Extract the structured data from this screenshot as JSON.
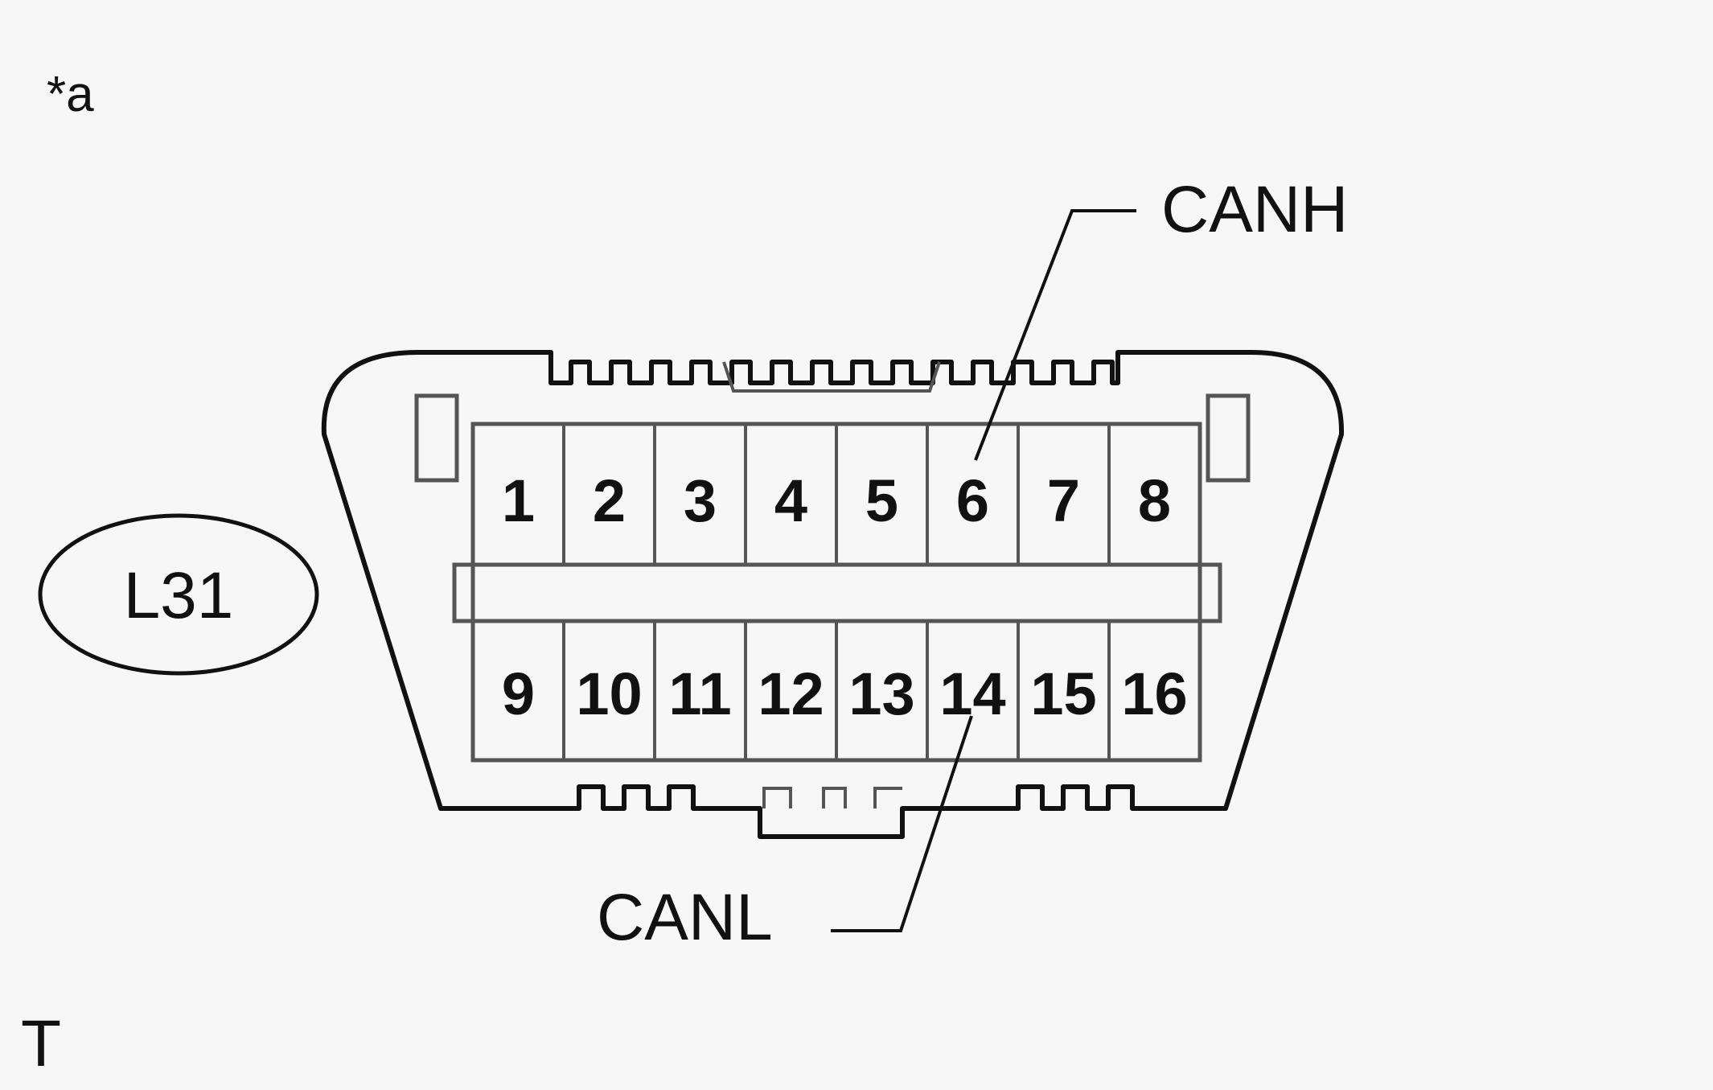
{
  "marker": "*a",
  "corner_mark": "T",
  "connector": {
    "code": "L31",
    "pins_top": [
      "1",
      "2",
      "3",
      "4",
      "5",
      "6",
      "7",
      "8"
    ],
    "pins_bottom": [
      "9",
      "10",
      "11",
      "12",
      "13",
      "14",
      "15",
      "16"
    ]
  },
  "callouts": {
    "canh": "CANH",
    "canl": "CANL"
  },
  "colors": {
    "line": "#111111",
    "cell_border": "#555555",
    "background": "#f7f7f7"
  }
}
